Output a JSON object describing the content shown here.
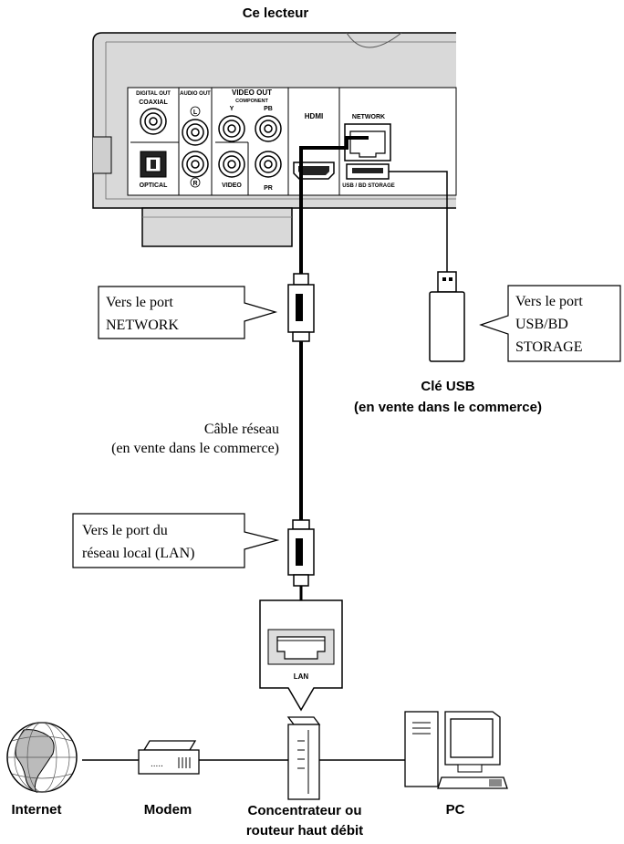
{
  "player": {
    "title": "Ce lecteur",
    "jacks": {
      "digital_out": "DIGITAL OUT",
      "coaxial": "COAXIAL",
      "optical": "OPTICAL",
      "audio_out": "AUDIO OUT",
      "audio_left": "L",
      "audio_right": "R",
      "video_out": "VIDEO OUT",
      "component": "COMPONENT",
      "comp_y": "Y",
      "comp_pb": "PB",
      "comp_pr": "PR",
      "video": "VIDEO",
      "hdmi": "HDMI",
      "network": "NETWORK",
      "usb_storage": "USB / BD STORAGE"
    }
  },
  "callouts": {
    "network_port": [
      "Vers le port",
      "NETWORK"
    ],
    "usb_port": [
      "Vers le port",
      "USB/BD",
      "STORAGE"
    ],
    "lan_port": [
      "Vers le port du",
      "réseau local (LAN)"
    ]
  },
  "usb_key": {
    "name": "Clé USB",
    "note": "(en vente dans le commerce)"
  },
  "cable": {
    "name": "Câble réseau",
    "note": "(en vente dans le commerce)"
  },
  "lan_box_label": "LAN",
  "devices": {
    "internet": "Internet",
    "modem": "Modem",
    "router": [
      "Concentrateur ou",
      "routeur haut débit"
    ],
    "pc": "PC"
  }
}
